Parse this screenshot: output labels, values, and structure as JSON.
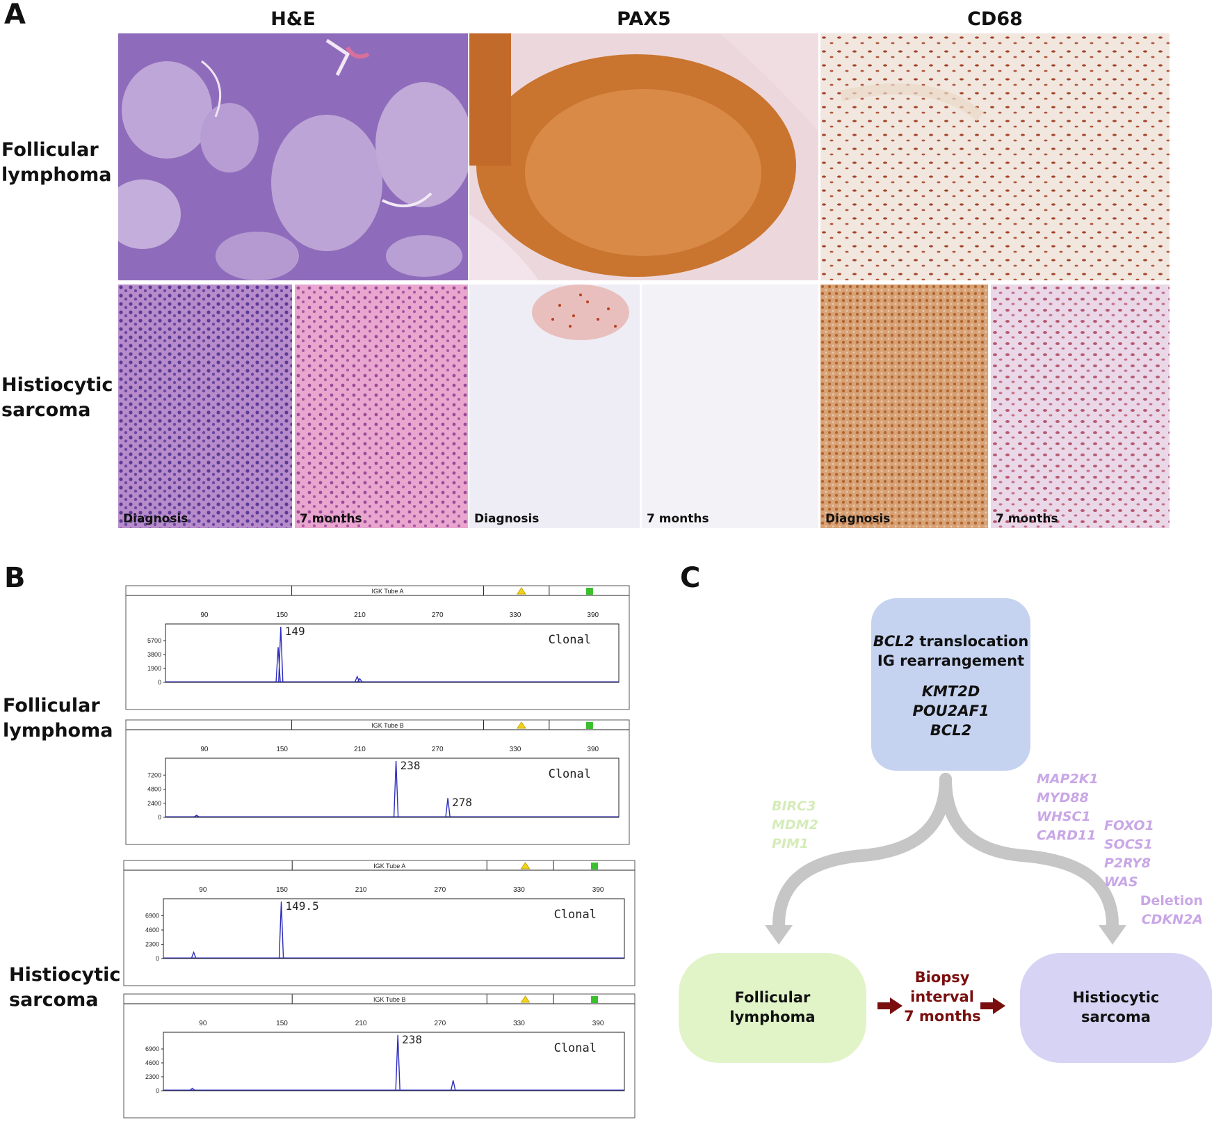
{
  "panels": {
    "a": "A",
    "b": "B",
    "c": "C"
  },
  "histology": {
    "columns": [
      "H&E",
      "PAX5",
      "CD68"
    ],
    "rows": [
      "Follicular\nlymphoma",
      "Histiocytic\nsarcoma"
    ],
    "captions": {
      "diagnosis": "Diagnosis",
      "seven_months": "7 months"
    }
  },
  "clonality": {
    "row_labels": [
      "Follicular\nlymphoma",
      "Histiocytic\nsarcoma"
    ],
    "x_ticks": [
      90,
      150,
      210,
      270,
      330,
      390
    ],
    "traces": [
      {
        "tube": "IGK Tube A",
        "status": "Clonal",
        "y_ticks": [
          "5700",
          "3800",
          "1900",
          "0"
        ],
        "y_max": 7600,
        "peaks": [
          {
            "x": 149,
            "y": 7600,
            "label": "149"
          },
          {
            "x": 147,
            "y": 4800
          },
          {
            "x": 208,
            "y": 800
          },
          {
            "x": 210,
            "y": 500
          }
        ]
      },
      {
        "tube": "IGK Tube B",
        "status": "Clonal",
        "y_ticks": [
          "7200",
          "4800",
          "2400",
          "0"
        ],
        "y_max": 9600,
        "peaks": [
          {
            "x": 238,
            "y": 9600,
            "label": "238"
          },
          {
            "x": 278,
            "y": 3300,
            "label": "278"
          },
          {
            "x": 84,
            "y": 350
          }
        ]
      },
      {
        "tube": "IGK Tube A",
        "status": "Clonal",
        "y_ticks": [
          "6900",
          "4600",
          "2300",
          "0"
        ],
        "y_max": 9200,
        "peaks": [
          {
            "x": 149.5,
            "y": 9200,
            "label": "149.5"
          },
          {
            "x": 83,
            "y": 1000
          }
        ]
      },
      {
        "tube": "IGK Tube B",
        "status": "Clonal",
        "y_ticks": [
          "6900",
          "4600",
          "2300",
          "0"
        ],
        "y_max": 9200,
        "peaks": [
          {
            "x": 238,
            "y": 9200,
            "label": "238"
          },
          {
            "x": 280,
            "y": 1700
          },
          {
            "x": 82,
            "y": 400
          }
        ]
      }
    ]
  },
  "evolution": {
    "origin": {
      "line1_italic": "BCL2",
      "line1_rest": " translocation",
      "line2": "IG rearrangement",
      "genes": [
        "KMT2D",
        "POU2AF1",
        "BCL2"
      ]
    },
    "fl_mutations": [
      "BIRC3",
      "MDM2",
      "PIM1"
    ],
    "hs_mutations_a": [
      "MAP2K1",
      "MYD88",
      "WHSC1",
      "CARD11"
    ],
    "hs_mutations_b": [
      "FOXO1",
      "SOCS1",
      "P2RY8",
      "WAS"
    ],
    "deletion": [
      "Deletion",
      "CDKN2A"
    ],
    "fl_box": "Follicular\nlymphoma",
    "hs_box": "Histiocytic\nsarcoma",
    "interval": "Biopsy\ninterval\n7 months",
    "colors": {
      "origin": "#c5d3f0",
      "fl": "#e1f4c8",
      "hs": "#d6d3f4",
      "fl_text": "#d5ecb9",
      "hs_text": "#c9a7e6",
      "interval": "#7a0e0e",
      "arrow": "#c6c6c6"
    }
  }
}
